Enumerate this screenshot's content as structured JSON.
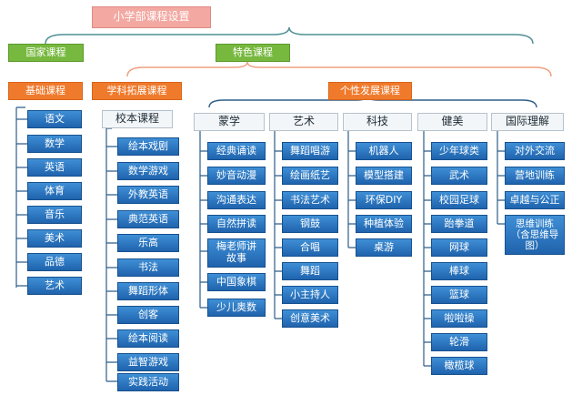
{
  "title": "小学部课程设置",
  "national": {
    "label": "国家课程",
    "basic": {
      "label": "基础课程",
      "items": [
        "语文",
        "数学",
        "英语",
        "体育",
        "音乐",
        "美术",
        "品德",
        "艺术"
      ]
    }
  },
  "special": {
    "label": "特色课程",
    "subject_ext": {
      "label": "学科拓展课程",
      "group": {
        "label": "校本课程",
        "items": [
          "绘本戏剧",
          "数学游戏",
          "外教英语",
          "典范英语",
          "乐高",
          "书法",
          "舞蹈形体",
          "创客",
          "绘本阅读",
          "益智游戏",
          "实践活动"
        ]
      }
    },
    "personal": {
      "label": "个性发展课程",
      "groups": [
        {
          "label": "蒙学",
          "items": [
            "经典诵读",
            "妙音动漫",
            "沟通表达",
            "自然拼读",
            "梅老师讲\n故事",
            "中国象棋",
            "少儿奥数"
          ]
        },
        {
          "label": "艺术",
          "items": [
            "舞蹈唱游",
            "绘画纸艺",
            "书法艺术",
            "钢鼓",
            "合唱",
            "舞蹈",
            "小主持人",
            "创意美术"
          ]
        },
        {
          "label": "科技",
          "items": [
            "机器人",
            "模型搭建",
            "环保DIY",
            "种植体验",
            "桌游"
          ]
        },
        {
          "label": "健美",
          "items": [
            "少年球类",
            "武术",
            "校园足球",
            "跆拳道",
            "网球",
            "棒球",
            "篮球",
            "啦啦操",
            "轮滑",
            "橄榄球"
          ]
        },
        {
          "label": "国际理解",
          "items": [
            "对外交流",
            "营地训练",
            "卓越与公正",
            "思维训练\n（含思维导\n图）"
          ]
        }
      ]
    }
  }
}
